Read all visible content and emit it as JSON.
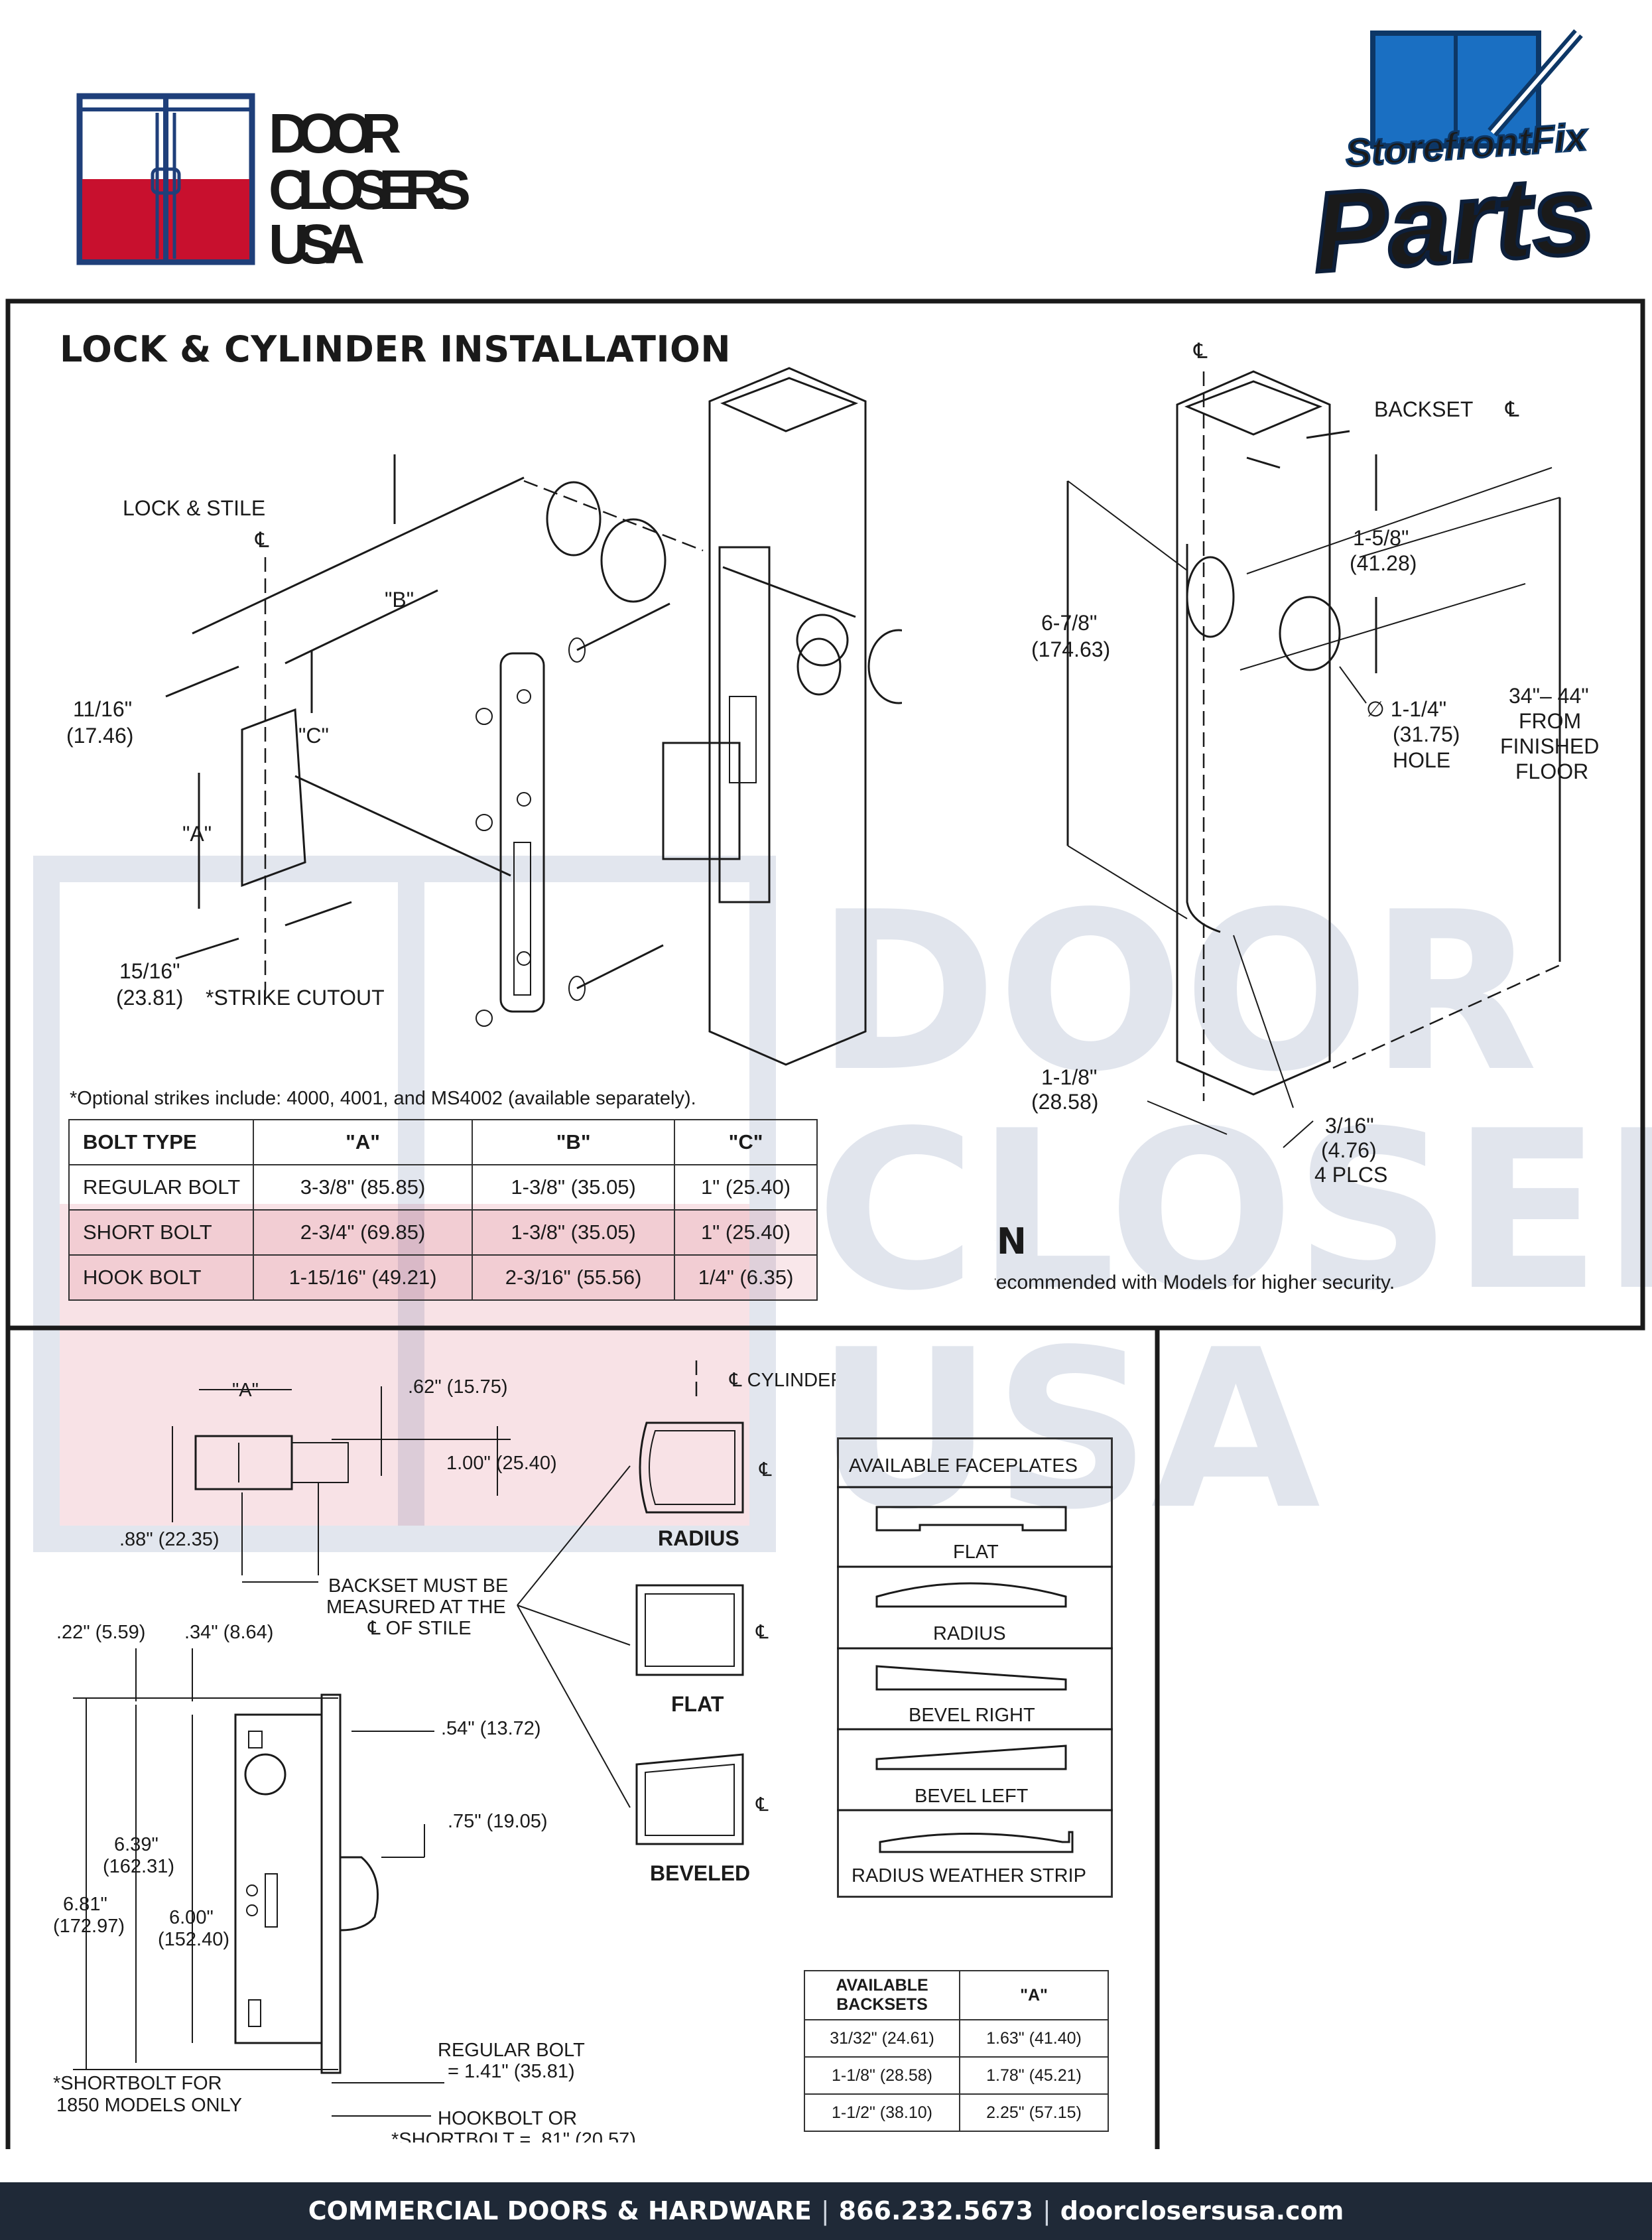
{
  "brand_left": {
    "line1": "DOOR",
    "line2": "CLOSERS",
    "line3": "USA"
  },
  "brand_right": {
    "line1": "StorefrontFix",
    "line2": "Parts"
  },
  "watermark": {
    "line1": "DOOR",
    "line2": "CLOSERS",
    "line3": "USA"
  },
  "install": {
    "title": "LOCK & CYLINDER INSTALLATION",
    "lock_stile": "LOCK & STILE",
    "cl": "℄",
    "b": "\"B\"",
    "c": "\"C\"",
    "a": "\"A\"",
    "dim_11_16": "11/16\"",
    "dim_11_16_mm": "(17.46)",
    "dim_15_16": "15/16\"",
    "dim_15_16_mm": "(23.81)",
    "strike_cutout": "*STRIKE CUTOUT",
    "optional_note": "*Optional strikes include: 4000, 4001, and MS4002 (available separately)."
  },
  "bolt_table": {
    "headers": [
      "BOLT TYPE",
      "\"A\"",
      "\"B\"",
      "\"C\""
    ],
    "rows": [
      [
        "REGULAR BOLT",
        "3-3/8\" (85.85)",
        "1-3/8\" (35.05)",
        "1\" (25.40)"
      ],
      [
        "SHORT BOLT",
        "2-3/4\" (69.85)",
        "1-3/8\" (35.05)",
        "1\" (25.40)"
      ],
      [
        "HOOK BOLT",
        "1-15/16\" (49.21)",
        "2-3/16\" (55.56)",
        "1/4\" (6.35)"
      ]
    ]
  },
  "prep": {
    "backset": "BACKSET",
    "d_1_5_8": "1-5/8\"",
    "d_1_5_8_mm": "(41.28)",
    "d_6_7_8": "6-7/8\"",
    "d_6_7_8_mm": "(174.63)",
    "hole": "∅  1-1/4\"",
    "hole_mm": "(31.75)",
    "hole_word": "HOLE",
    "floor1": "34\"– 44\"",
    "floor2": "FROM",
    "floor3": "FINISHED",
    "floor4": "FLOOR",
    "d_1_1_8": "1-1/8\"",
    "d_1_1_8_mm": "(28.58)",
    "d_3_16": "3/16\"",
    "d_3_16_mm": "(4.76)",
    "plcs": "4 PLCS",
    "title": "LOCK STILE PREPARATION",
    "note": "Latch guard recommended with Models for higher security."
  },
  "lower": {
    "a": "\"A\"",
    "d62": ".62\" (15.75)",
    "d100": "1.00\" (25.40)",
    "d88": ".88\" (22.35)",
    "backset1": "BACKSET MUST BE",
    "backset2": "MEASURED AT THE",
    "backset3": "℄ OF STILE",
    "d22": ".22\" (5.59)",
    "d34": ".34\" (8.64)",
    "d54": ".54\" (13.72)",
    "d75": ".75\" (19.05)",
    "d639": "6.39\"",
    "d639mm": "(162.31)",
    "d681": "6.81\"",
    "d681mm": "(172.97)",
    "d600": "6.00\"",
    "d600mm": "(152.40)",
    "regular1": "REGULAR BOLT",
    "regular2": "= 1.41\" (35.81)",
    "hook1": "HOOKBOLT OR",
    "hook2": "*SHORTBOLT = .81\" (20.57)",
    "short1": "*SHORTBOLT FOR",
    "short2": "1850 MODELS ONLY",
    "cylinder": "℄ CYLINDER",
    "radius": "RADIUS",
    "flat": "FLAT",
    "beveled": "BEVELED"
  },
  "faceplates": {
    "title": "AVAILABLE FACEPLATES",
    "items": [
      "FLAT",
      "RADIUS",
      "BEVEL RIGHT",
      "BEVEL LEFT",
      "RADIUS WEATHER STRIP"
    ]
  },
  "backsets_table": {
    "headers": [
      "AVAILABLE BACKSETS",
      "\"A\""
    ],
    "rows": [
      [
        "31/32\" (24.61)",
        "1.63\" (41.40)"
      ],
      [
        "1-1/8\" (28.58)",
        "1.78\" (45.21)"
      ],
      [
        "1-1/2\" (38.10)",
        "2.25\" (57.15)"
      ]
    ]
  },
  "footer": {
    "company": "COMMERCIAL DOORS & HARDWARE",
    "phone": "866.232.5673",
    "site": "doorclosersusa.com"
  },
  "colors": {
    "navy": "#1f3f7a",
    "red": "#c8102e",
    "blue": "#1a6fc2",
    "footer": "#1f2937"
  }
}
